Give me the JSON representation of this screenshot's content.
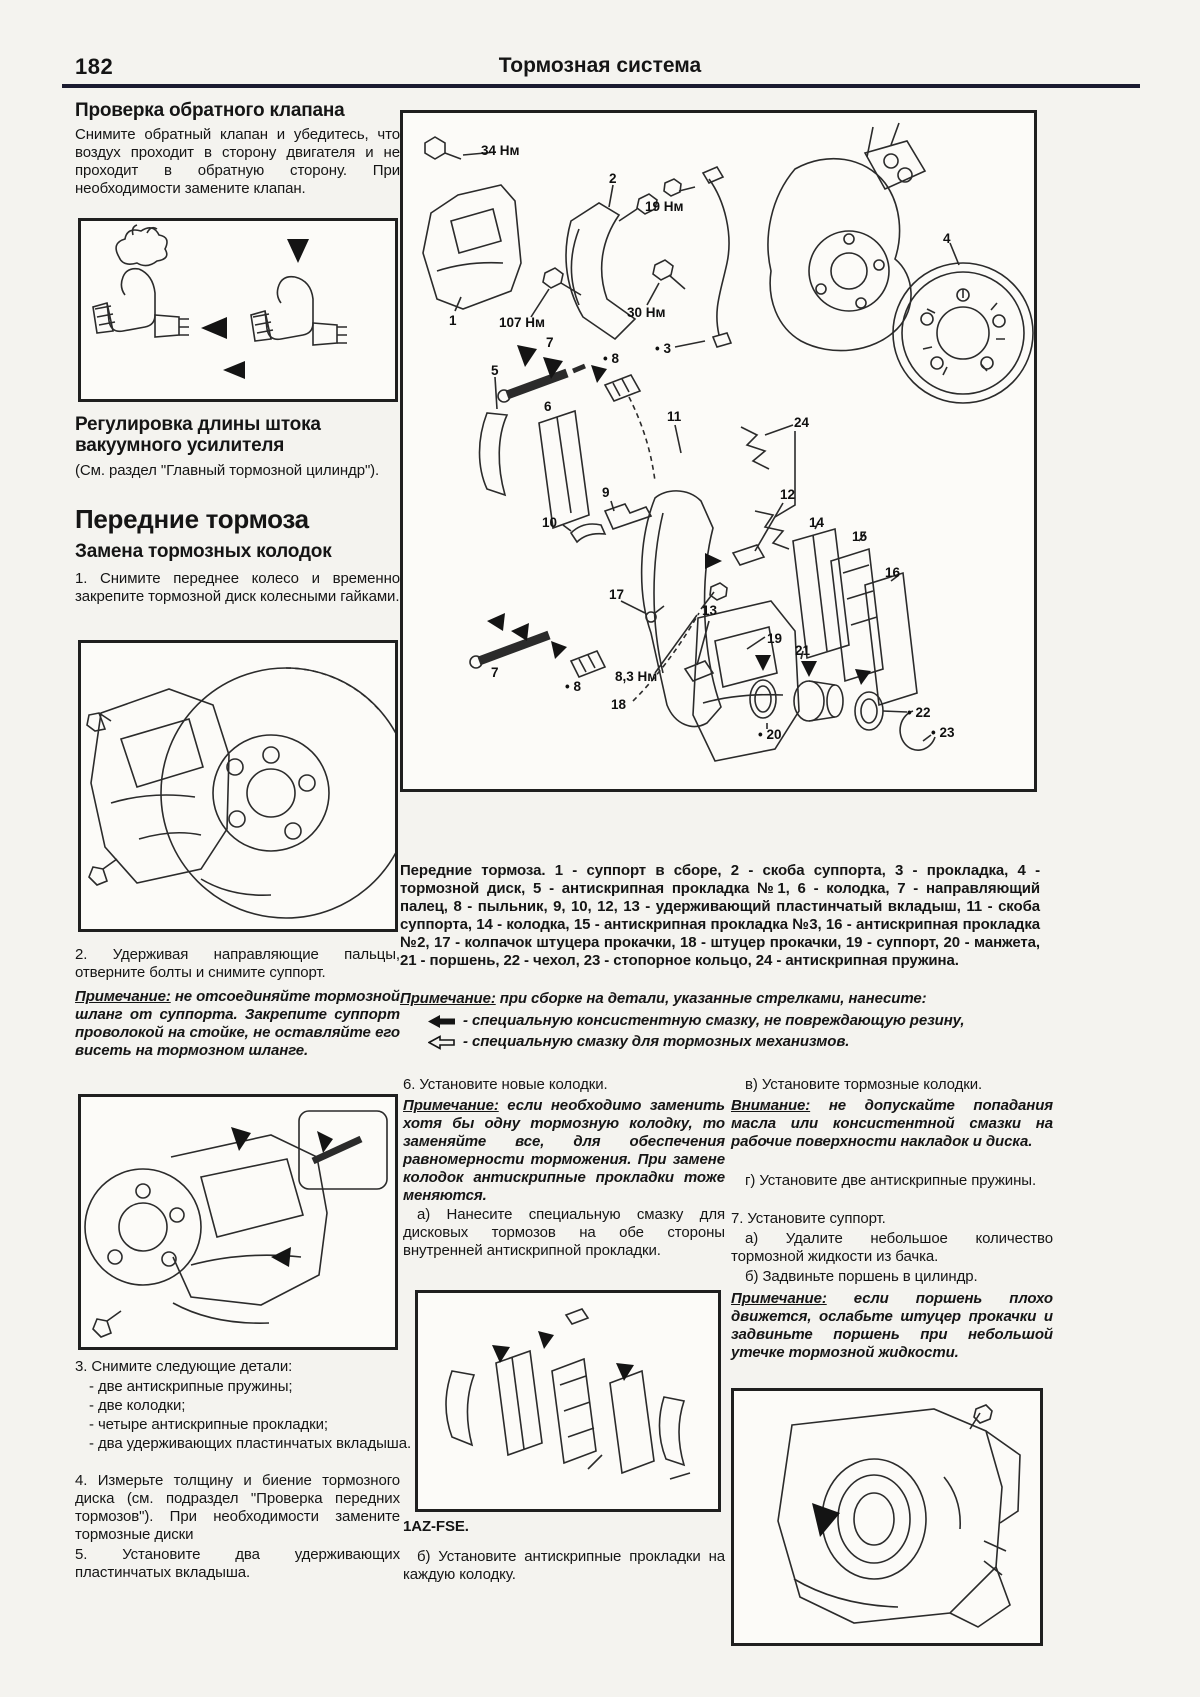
{
  "page": {
    "number": "182",
    "title": "Тормозная система"
  },
  "left": {
    "s1_title": "Проверка обратного клапана",
    "s1_body": "Снимите обратный клапан и убедитесь, что воздух проходит в сторону двигателя и не проходит в обратную сторону. При необходимости замените клапан.",
    "s2_title": "Регулировка длины штока вакуумного усилителя",
    "s2_body": "(См. раздел \"Главный тормозной цилиндр\").",
    "s3_title": "Передние тормоза",
    "s3_subtitle": "Замена тормозных колодок",
    "step1": "1. Снимите переднее колесо и временно закрепите тормозной диск колесными гайками.",
    "step2": "2. Удерживая направляющие пальцы, отверните болты и снимите суппорт.",
    "note_label": "Примечание:",
    "note_body": " не отсоединяйте тормозной шланг от суппорта. Закрепите суппорт проволокой на стойке, не оставляйте его висеть на тормозном шланге.",
    "step3": "3. Снимите следующие детали:",
    "step3_items": [
      "- две антискрипные пружины;",
      "- две колодки;",
      "- четыре антискрипные прокладки;",
      "- два удерживающих пластинчатых вкладыша."
    ],
    "step4": "4. Измерьте толщину и биение тормозного диска (см. подраздел \"Проверка передних тормозов\"). При необходимости замените тормозные диски",
    "step5": "5. Установите два удерживающих пластинчатых вкладыша."
  },
  "diagram": {
    "caption": "Передние тормоза. 1 - суппорт в сборе, 2 - скоба суппорта, 3 - прокладка, 4 - тормозной диск, 5 - антискрипная прокладка №1, 6 - колодка, 7 - направляющий палец, 8 - пыльник, 9, 10, 12, 13 - удерживающий пластинчатый вкладыш, 11 - скоба суппорта, 14 - колодка, 15 - антискрипная прокладка №3, 16 - антискрипная прокладка №2, 17 - колпачок штуцера прокачки, 18 - штуцер прокачки, 19 - суппорт, 20 - манжета, 21 - поршень, 22 - чехол, 23 - стопорное кольцо, 24 - антискрипная пружина.",
    "labels": [
      "34 Нм",
      "2",
      "19 Нм",
      "107 Нм",
      "30 Нм",
      "• 3",
      "1",
      "4",
      "5",
      "7",
      "• 8",
      "6",
      "11",
      "24",
      "9",
      "12",
      "10",
      "14",
      "15",
      "16",
      "13",
      "17",
      "7",
      "• 8",
      "8,3 Нм",
      "18",
      "19",
      "21",
      "• 20",
      "• 22",
      "• 23"
    ]
  },
  "assembly_note": {
    "label": "Примечание:",
    "intro": " при сборке на детали, указанные стрелками, нанесите:",
    "item_filled": "- специальную консистентную смазку, не повреждающую резину,",
    "item_outline": "- специальную смазку для тормозных механизмов."
  },
  "middle": {
    "step6": "6. Установите новые колодки.",
    "note_label": "Примечание:",
    "note_body": " если необходимо заменить хотя бы одну тормозную колодку, то заменяйте все, для обеспечения равномерности торможения. При замене колодок антискрипные прокладки тоже меняются.",
    "step6a": "а) Нанесите специальную смазку для дисковых тормозов на обе стороны внутренней антискрипной прокладки.",
    "engine_label": "1AZ-FSE.",
    "step6b": "б) Установите антискрипные прокладки на каждую колодку."
  },
  "right": {
    "step6v": "в) Установите тормозные колодки.",
    "warn_label": "Внимание:",
    "warn_body": " не допускайте попадания масла или консистентной смазки на рабочие поверхности накладок и диска.",
    "step6g": "г) Установите две антискрипные пружины.",
    "step7": "7. Установите суппорт.",
    "step7a": "а) Удалите небольшое количество тормозной жидкости из бачка.",
    "step7b": "б) Задвиньте поршень в цилиндр.",
    "note_label": "Примечание:",
    "note_body": " если поршень плохо движется, ослабьте штуцер прокачки и задвиньте поршень при небольшой утечке тормозной жидкости."
  }
}
